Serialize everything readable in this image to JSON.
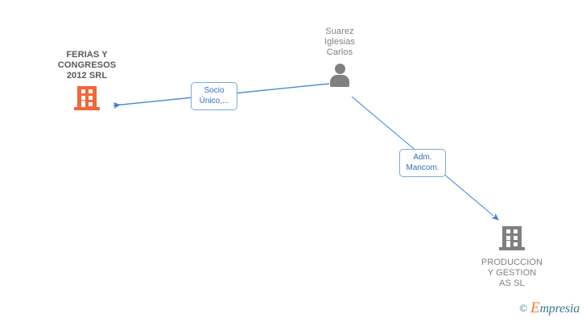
{
  "diagram": {
    "type": "corporate-relationship-graph",
    "background_color": "#ffffff",
    "edge_color": "#4a8bd8"
  },
  "nodes": [
    {
      "id": "ferias",
      "kind": "company",
      "label": "FERIAS Y\nCONGRESOS\n2012 SRL",
      "icon": "building-icon",
      "icon_color": "#f4663a",
      "text_color": "#595959",
      "emphasis": "primary"
    },
    {
      "id": "suarez",
      "kind": "person",
      "label": "Suarez\nIglesias\nCarlos",
      "icon": "person-icon",
      "icon_color": "#808080",
      "text_color": "#808080",
      "emphasis": "normal"
    },
    {
      "id": "produccion",
      "kind": "company",
      "label": "PRODUCCION\nY GESTION\nAS SL",
      "icon": "building-icon",
      "icon_color": "#7f7f7f",
      "text_color": "#808080",
      "emphasis": "normal"
    }
  ],
  "edges": [
    {
      "id": "edge-socio-unico",
      "from": "suarez",
      "to": "ferias",
      "label": "Socio\nÚnico,...",
      "direction": "to-company"
    },
    {
      "id": "edge-adm-mancom",
      "from": "suarez",
      "to": "produccion",
      "label": "Adm.\nMancom.",
      "direction": "to-company"
    }
  ],
  "watermark": {
    "copyright_symbol": "©",
    "brand_initial": "E",
    "brand_rest": "mpresia",
    "brand_full": "Empresia"
  }
}
